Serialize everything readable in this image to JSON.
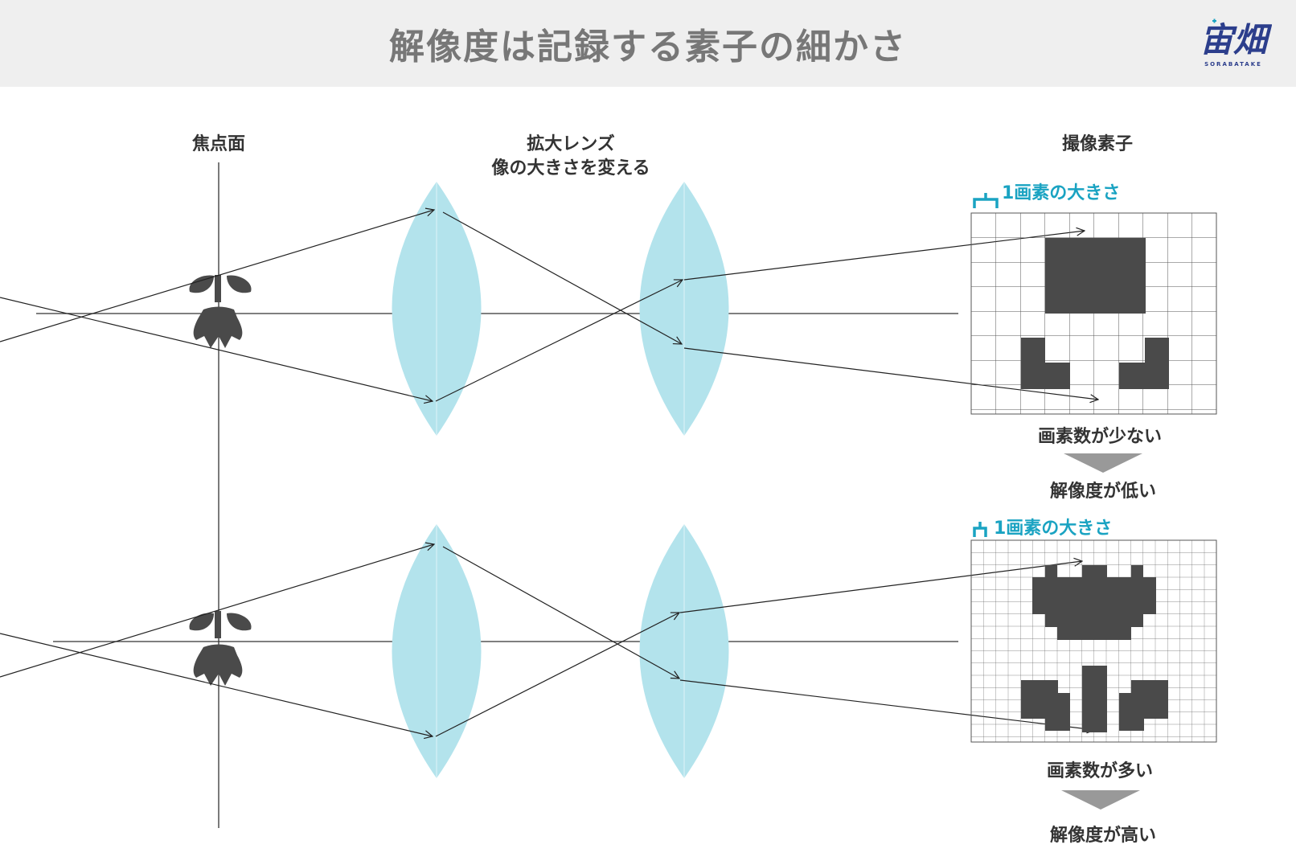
{
  "title": "解像度は記録する素子の細かさ",
  "logo": {
    "text": "宙畑",
    "subtext": "SORABATAKE"
  },
  "labels": {
    "focal_plane": "焦点面",
    "lens_line1": "拡大レンズ",
    "lens_line2": "像の大きさを変える",
    "sensor": "撮像素子"
  },
  "panels": [
    {
      "pixel_label": "1画素の大きさ",
      "caption1": "画素数が少ない",
      "caption2": "解像度が低い"
    },
    {
      "pixel_label": "1画素の大きさ",
      "caption1": "画素数が多い",
      "caption2": "解像度が高い"
    }
  ],
  "colors": {
    "lens": "#b3e3ec",
    "accent": "#1aa3c2",
    "dark": "#4a4a4a",
    "header_bg": "#efefef",
    "title": "#777777",
    "arrow": "#999999"
  },
  "icons": [
    "flower-icon",
    "pixel-size-bracket-icon",
    "down-triangle-icon"
  ]
}
